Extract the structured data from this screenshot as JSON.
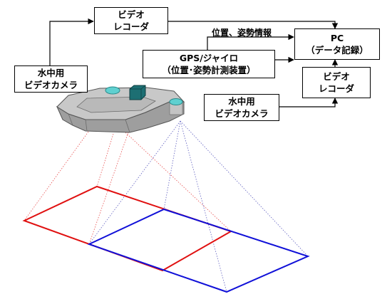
{
  "boxes": {
    "video_recorder_top": {
      "line1": "ビデオ",
      "line2": "レコーダ"
    },
    "underwater_camera_left": {
      "line1": "水中用",
      "line2": "ビデオカメラ"
    },
    "gps_gyro": {
      "line1": "GPS/ジャイロ",
      "line2": "（位置･姿勢計測装置）"
    },
    "pc": {
      "line1": "PC",
      "line2": "（データ記録）"
    },
    "video_recorder_right": {
      "line1": "ビデオ",
      "line2": "レコーダ"
    },
    "underwater_camera_right": {
      "line1": "水中用",
      "line2": "ビデオカメラ"
    }
  },
  "labels": {
    "position_attitude_info": "位置、姿勢情報"
  },
  "colors": {
    "red_footprint": "#e01010",
    "blue_footprint": "#1010d8",
    "boat_body": "#b4b4b4",
    "camera_pod": "#5fd0d0",
    "gps_unit": "#1d6f73"
  }
}
